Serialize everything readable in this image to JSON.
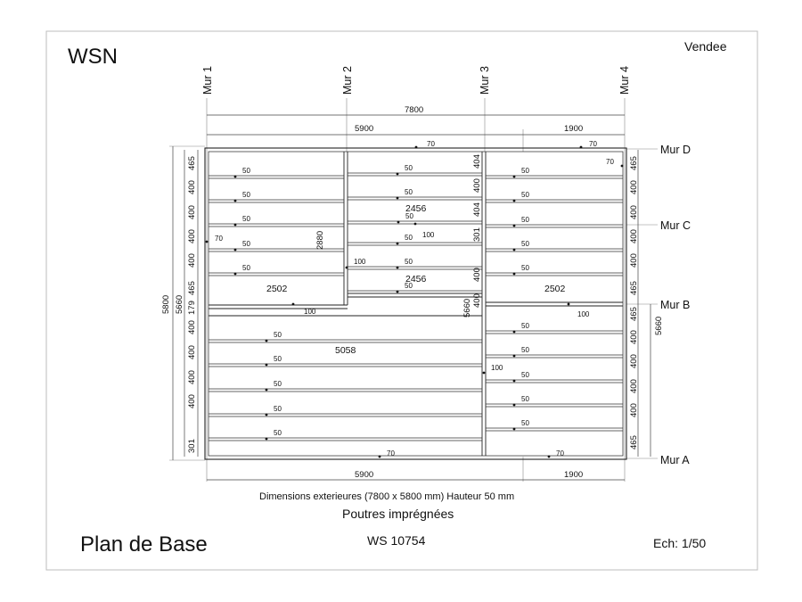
{
  "header": {
    "logo": "WSN",
    "region": "Vendee"
  },
  "footer": {
    "title": "Plan de Base",
    "reference": "WS 10754",
    "scale": "Ech: 1/50",
    "dimensions_note": "Dimensions exterieures (7800 x 5800 mm) Hauteur 50 mm",
    "material": "Poutres imprégnées"
  },
  "walls": {
    "vertical": [
      "Mur 1",
      "Mur 2",
      "Mur 3",
      "Mur 4"
    ],
    "horizontal": [
      "Mur D",
      "Mur C",
      "Mur B",
      "Mur A"
    ]
  },
  "dims": {
    "overall_width": "7800",
    "top_left": "5900",
    "top_right": "1900",
    "bottom_left": "5900",
    "bottom_right": "1900",
    "overall_height": "5800",
    "inner_left_height": "5660",
    "inner_right_height": "5660",
    "middle_height": "5660",
    "mid_vertical": "2880",
    "bay_width_left": "2502",
    "bay_width_right": "2502",
    "bay_width_mid_1": "2456",
    "bay_width_mid_2": "2456",
    "lower_bay_width": "5058"
  },
  "left_spacing": [
    "465",
    "400",
    "400",
    "400",
    "400",
    "465",
    "179",
    "400",
    "400",
    "400",
    "400",
    "301"
  ],
  "mid_spacing": [
    "404",
    "400",
    "404",
    "301",
    "400",
    "400"
  ],
  "right_spacing": [
    "465",
    "400",
    "400",
    "400",
    "400",
    "465",
    "465",
    "400",
    "400",
    "400",
    "400",
    "465"
  ],
  "section_labels": {
    "joist": "50",
    "beam_70": "70",
    "beam_100": "100"
  }
}
